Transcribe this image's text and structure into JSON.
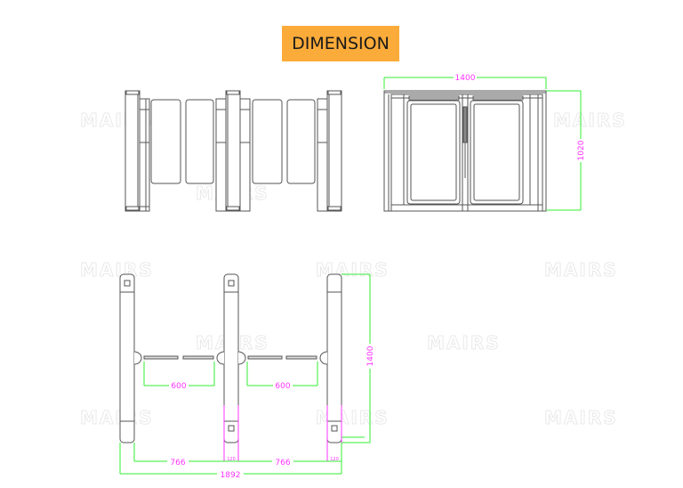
{
  "title": "DIMENSION",
  "colors": {
    "title_bg": "#fbab3a",
    "dimension_line": "#33ee33",
    "dimension_text": "#ff33ff",
    "outline": "#555555",
    "watermark": "#e9e9e9"
  },
  "watermark": "MAIRS",
  "views": {
    "front_view": {
      "label": "front elevation (3 cabinets, 2 lanes, 4 glass wings)"
    },
    "side_view": {
      "width_label": "1400",
      "height_label": "1020"
    },
    "top_view": {
      "lane_width_1": "600",
      "lane_width_2": "600",
      "cabinet_length": "1400",
      "center_span_1": "766",
      "center_span_2": "766",
      "cabinet_width_1": "120",
      "cabinet_width_2": "120",
      "total_width": "1892"
    }
  }
}
